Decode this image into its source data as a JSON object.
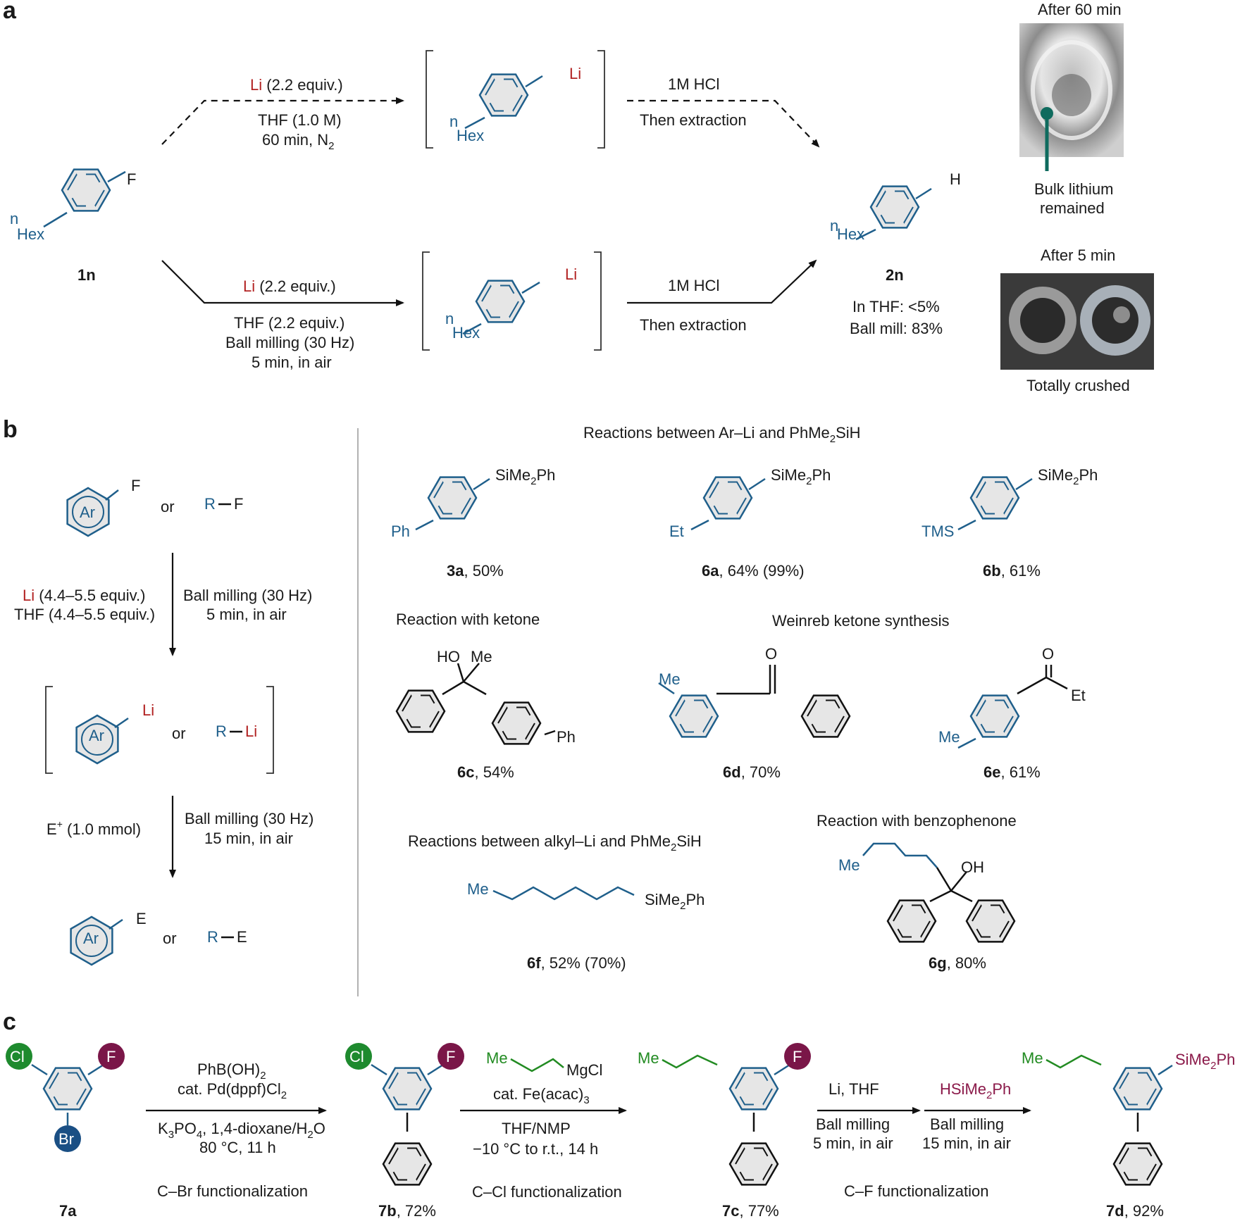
{
  "panels": {
    "a": "a",
    "b": "b",
    "c": "c"
  },
  "panel_a": {
    "sm_label": "1n",
    "sm_hex": "Hex",
    "sm_n": "n",
    "sm_F": "F",
    "top_li": "Li",
    "top_equiv": " (2.2 equiv.)",
    "top_cond1": "THF (1.0 M)",
    "top_cond2": "60 min, N",
    "top_cond2_sub": "2",
    "int_Li": "Li",
    "hcl": "1M HCl",
    "extraction": "Then extraction",
    "bot_li": "Li",
    "bot_equiv": " (2.2 equiv.)",
    "bot_cond1": "THF (2.2 equiv.)",
    "bot_cond2": "Ball milling (30 Hz)",
    "bot_cond3": "5 min, in air",
    "prod_label": "2n",
    "prod_H": "H",
    "yield1": "In THF: <5%",
    "yield2": "Ball mill: 83%",
    "photo1_title": "After 60 min",
    "photo1_cap1": "Bulk lithium",
    "photo1_cap2": "remained",
    "photo2_title": "After 5 min",
    "photo2_cap": "Totally crushed"
  },
  "panel_b": {
    "ar": "Ar",
    "F": "F",
    "or": "or",
    "RF": "R",
    "RF_F": "F",
    "li_reag": "Li",
    "li_equiv": " (4.4–5.5 equiv.)",
    "thf_equiv": "THF (4.4–5.5 equiv.)",
    "bm1": "Ball milling (30 Hz)",
    "bm1_t": "5 min, in air",
    "Li": "Li",
    "RLi_R": "R",
    "RLi_Li": "Li",
    "E_plus": "E",
    "E_sup": "+",
    "E_mmol": " (1.0 mmol)",
    "bm2": "Ball milling (30 Hz)",
    "bm2_t": "15 min, in air",
    "E": "E",
    "RE_R": "R",
    "RE_E": "E",
    "sec1_title": "Reactions between Ar–Li and PhMe",
    "sec1_sub": "2",
    "sec1_end": "SiH",
    "sime2ph": "SiMe",
    "sime2ph_sub": "2",
    "sime2ph_end": "Ph",
    "sub_3a": "Ph",
    "sub_6a": "Et",
    "sub_6b": "TMS",
    "c3a": "3a",
    "y3a": ", 50%",
    "c6a": "6a",
    "y6a": ", 64% (99%)",
    "c6b": "6b",
    "y6b": ", 61%",
    "sec2_title": "Reaction with ketone",
    "sec3_title": "Weinreb ketone synthesis",
    "HO": "HO",
    "Me": "Me",
    "Ph": "Ph",
    "O": "O",
    "Et": "Et",
    "c6c": "6c",
    "y6c": ", 54%",
    "c6d": "6d",
    "y6d": ", 70%",
    "c6e": "6e",
    "y6e": ", 61%",
    "sec4_title": "Reactions between alkyl–Li and PhMe",
    "sec4_sub": "2",
    "sec4_end": "SiH",
    "sec5_title": "Reaction with benzophenone",
    "OH": "OH",
    "c6f": "6f",
    "y6f": ", 52% (70%)",
    "c6g": "6g",
    "y6g": ", 80%"
  },
  "panel_c": {
    "Cl": "Cl",
    "F": "F",
    "Br": "Br",
    "c7a": "7a",
    "r1_a": "PhB(OH)",
    "r1_a_sub": "2",
    "r1_b": "cat. Pd(dppf)Cl",
    "r1_b_sub": "2",
    "r1_c": "K",
    "r1_c_sub1": "3",
    "r1_c_mid": "PO",
    "r1_c_sub2": "4",
    "r1_c_end": ", 1,4-dioxane/H",
    "r1_c_sub3": "2",
    "r1_c_O": "O",
    "r1_d": "80 °C, 11 h",
    "r1_func": "C–Br functionalization",
    "c7b": "7b",
    "y7b": ", 72%",
    "Me": "Me",
    "MgCl": "MgCl",
    "r2_a": "cat. Fe(acac)",
    "r2_a_sub": "3",
    "r2_b": "THF/NMP",
    "r2_c": "−10 °C to r.t., 14 h",
    "r2_func": "C–Cl functionalization",
    "c7c": "7c",
    "y7c": ", 77%",
    "r3_a": "Li, THF",
    "r3_b": "Ball milling",
    "r3_c": "5 min, in air",
    "r4_a": "HSiMe",
    "r4_a_sub": "2",
    "r4_a_end": "Ph",
    "r4_b": "Ball milling",
    "r4_c": "15 min, in air",
    "r3_func": "C–F functionalization",
    "sime2ph": "SiMe",
    "sime2ph_sub": "2",
    "sime2ph_end": "Ph",
    "c7d": "7d",
    "y7d": ", 92%"
  }
}
